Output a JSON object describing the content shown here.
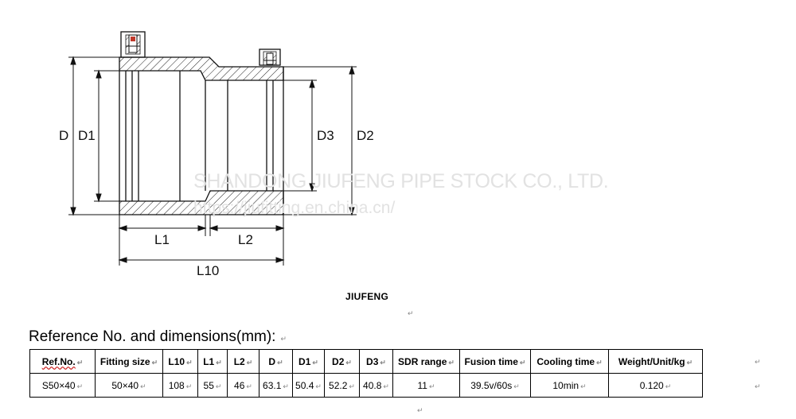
{
  "drawing": {
    "labels": {
      "D": "D",
      "D1": "D1",
      "D2": "D2",
      "D3": "D3",
      "L1": "L1",
      "L2": "L2",
      "L10": "L10"
    }
  },
  "watermark": {
    "company": "SHANDONG JIUFENG PIPE STOCK CO., LTD.",
    "url": "https://jiufitting.en.china.cn/"
  },
  "brand": "JIUFENG",
  "heading": "Reference No. and dimensions(mm):",
  "return_mark": "↵",
  "table": {
    "headers": [
      "Ref.No.",
      "Fitting size",
      "L10",
      "L1",
      "L2",
      "D",
      "D1",
      "D2",
      "D3",
      "SDR range",
      "Fusion time",
      "Cooling time",
      "Weight/Unit/kg"
    ],
    "row": [
      "S50×40",
      "50×40",
      "108",
      "55",
      "46",
      "63.1",
      "50.4",
      "52.2",
      "40.8",
      "11",
      "39.5v/60s",
      "10min",
      "0.120"
    ]
  }
}
